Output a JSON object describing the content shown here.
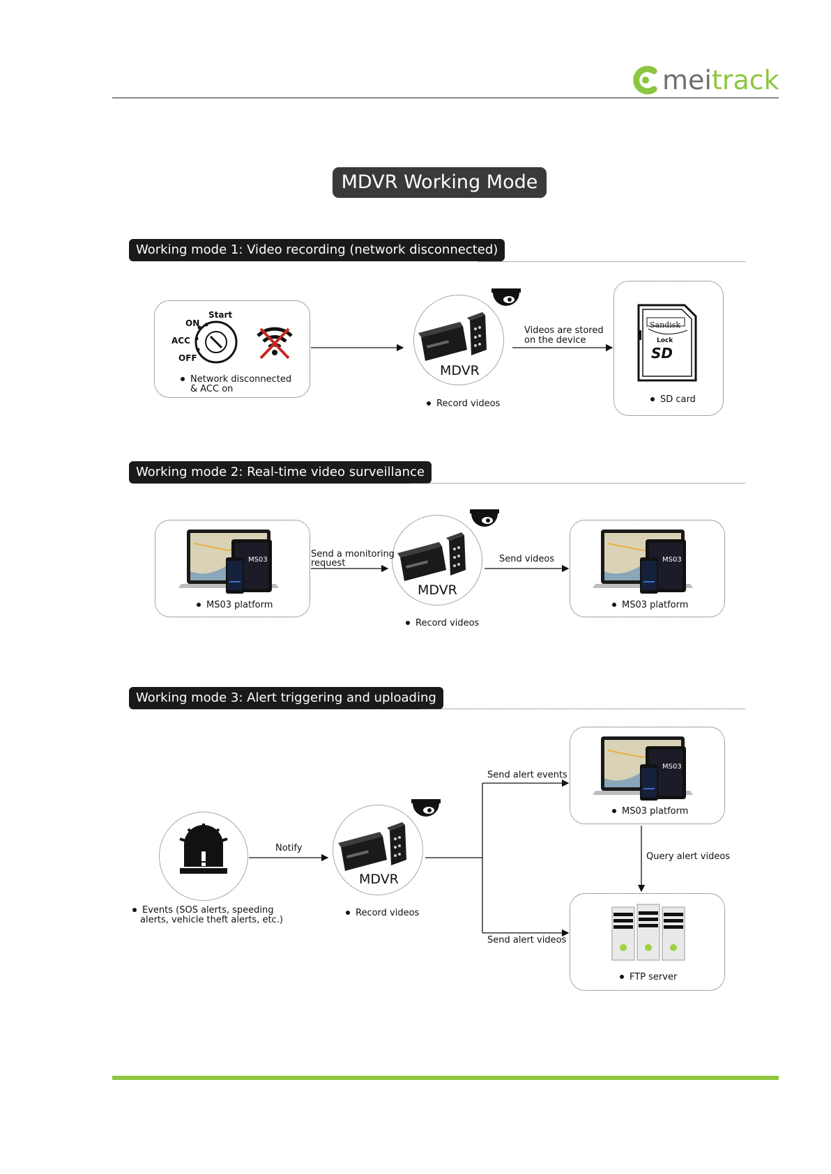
{
  "header": {
    "logo_text": "meitrack",
    "logo_dark": "mei",
    "logo_green": "track"
  },
  "title": "MDVR Working Mode",
  "modes": [
    {
      "label": "Working mode 1: Video recording (network disconnected)",
      "ignition": {
        "start": "Start",
        "on": "ON",
        "acc": "ACC",
        "off": "OFF"
      },
      "left_caption_line1": "Network disconnected",
      "left_caption_line2": "& ACC on",
      "center_label": "MDVR",
      "center_caption": "Record videos",
      "arrow_line1": "Videos are stored",
      "arrow_line2": "on the device",
      "sd_brand": "Sandisk",
      "sd_lock": "Lock",
      "sd_logo": "SD",
      "right_caption": "SD card"
    },
    {
      "label": "Working mode 2: Real-time video surveillance",
      "left_caption": "MS03 platform",
      "arrow1_line1": "Send a monitoring",
      "arrow1_line2": "request",
      "center_label": "MDVR",
      "center_caption": "Record videos",
      "arrow2": "Send videos",
      "right_caption": "MS03 platform",
      "device_logo": "MS03"
    },
    {
      "label": "Working mode 3: Alert triggering and uploading",
      "left_caption_line1": "Events (SOS alerts, speeding",
      "left_caption_line2": "alerts, vehicle theft alerts, etc.)",
      "arrow_notify": "Notify",
      "center_label": "MDVR",
      "center_caption": "Record videos",
      "arrow_events": "Send alert events",
      "arrow_videos": "Send alert videos",
      "arrow_query": "Query alert videos",
      "platform_caption": "MS03 platform",
      "ftp_caption": "FTP server",
      "device_logo": "MS03"
    }
  ],
  "colors": {
    "accent_green": "#8cc63f",
    "logo_gray": "#6f6f6f",
    "label_bg": "#1a1a1a",
    "title_bg": "#3a3a3a"
  }
}
